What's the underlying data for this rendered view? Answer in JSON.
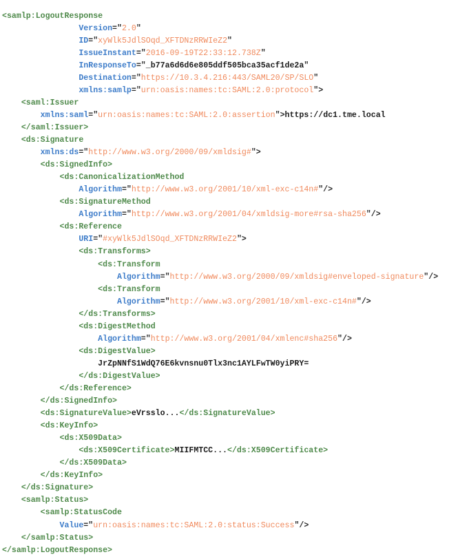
{
  "document": {
    "kind": "xml-source-listing",
    "root_element": "samlp:LogoutResponse",
    "background_color": "#ffffff",
    "palette": {
      "tag": "#4f8a4b",
      "attribute_name": "#3d7cc9",
      "attribute_value": "#f08a5d",
      "text_content": "#1c1c1c",
      "punctuation": "#2b2b2b"
    },
    "indent_unit_spaces": 4
  },
  "lines": [
    {
      "indent": 0,
      "parts": [
        {
          "t": "tag",
          "s": "<samlp:LogoutResponse"
        }
      ]
    },
    {
      "indent": 4,
      "parts": [
        {
          "t": "attr",
          "s": "Version"
        },
        {
          "t": "punc",
          "s": "=\""
        },
        {
          "t": "val",
          "s": "2.0"
        },
        {
          "t": "punc",
          "s": "\""
        }
      ]
    },
    {
      "indent": 4,
      "parts": [
        {
          "t": "attr",
          "s": "ID"
        },
        {
          "t": "punc",
          "s": "=\""
        },
        {
          "t": "val",
          "s": "xyWlk5JdlSOqd_XFTDNzRRWIeZ2"
        },
        {
          "t": "punc",
          "s": "\""
        }
      ]
    },
    {
      "indent": 4,
      "parts": [
        {
          "t": "attr",
          "s": "IssueInstant"
        },
        {
          "t": "punc",
          "s": "=\""
        },
        {
          "t": "val",
          "s": "2016-09-19T22:33:12.738Z"
        },
        {
          "t": "punc",
          "s": "\""
        }
      ]
    },
    {
      "indent": 4,
      "parts": [
        {
          "t": "attr",
          "s": "InResponseTo"
        },
        {
          "t": "punc",
          "s": "=\""
        },
        {
          "t": "txt",
          "s": "_b77a6d6d6e805ddf505bca35acf1de2a"
        },
        {
          "t": "punc",
          "s": "\""
        }
      ]
    },
    {
      "indent": 4,
      "parts": [
        {
          "t": "attr",
          "s": "Destination"
        },
        {
          "t": "punc",
          "s": "=\""
        },
        {
          "t": "val",
          "s": "https://10.3.4.216:443/SAML20/SP/SLO"
        },
        {
          "t": "punc",
          "s": "\""
        }
      ]
    },
    {
      "indent": 4,
      "parts": [
        {
          "t": "attr",
          "s": "xmlns:samlp"
        },
        {
          "t": "punc",
          "s": "=\""
        },
        {
          "t": "val",
          "s": "urn:oasis:names:tc:SAML:2.0:protocol"
        },
        {
          "t": "punc",
          "s": "\">"
        }
      ]
    },
    {
      "indent": 1,
      "parts": [
        {
          "t": "tag",
          "s": "<saml:Issuer"
        }
      ]
    },
    {
      "indent": 2,
      "parts": [
        {
          "t": "attr",
          "s": "xmlns:saml"
        },
        {
          "t": "punc",
          "s": "=\""
        },
        {
          "t": "val",
          "s": "urn:oasis:names:tc:SAML:2.0:assertion"
        },
        {
          "t": "punc",
          "s": "\">"
        },
        {
          "t": "txt",
          "s": "https://dc1.tme.local"
        }
      ]
    },
    {
      "indent": 1,
      "parts": [
        {
          "t": "tag",
          "s": "</saml:Issuer>"
        }
      ]
    },
    {
      "indent": 1,
      "parts": [
        {
          "t": "tag",
          "s": "<ds:Signature"
        }
      ]
    },
    {
      "indent": 2,
      "parts": [
        {
          "t": "attr",
          "s": "xmlns:ds"
        },
        {
          "t": "punc",
          "s": "=\""
        },
        {
          "t": "val",
          "s": "http://www.w3.org/2000/09/xmldsig#"
        },
        {
          "t": "punc",
          "s": "\">"
        }
      ]
    },
    {
      "indent": 2,
      "parts": [
        {
          "t": "tag",
          "s": "<ds:SignedInfo>"
        }
      ]
    },
    {
      "indent": 3,
      "parts": [
        {
          "t": "tag",
          "s": "<ds:CanonicalizationMethod"
        }
      ]
    },
    {
      "indent": 4,
      "parts": [
        {
          "t": "attr",
          "s": "Algorithm"
        },
        {
          "t": "punc",
          "s": "=\""
        },
        {
          "t": "val",
          "s": "http://www.w3.org/2001/10/xml-exc-c14n#"
        },
        {
          "t": "punc",
          "s": "\"/>"
        }
      ]
    },
    {
      "indent": 3,
      "parts": [
        {
          "t": "tag",
          "s": "<ds:SignatureMethod"
        }
      ]
    },
    {
      "indent": 4,
      "parts": [
        {
          "t": "attr",
          "s": "Algorithm"
        },
        {
          "t": "punc",
          "s": "=\""
        },
        {
          "t": "val",
          "s": "http://www.w3.org/2001/04/xmldsig-more#rsa-sha256"
        },
        {
          "t": "punc",
          "s": "\"/>"
        }
      ]
    },
    {
      "indent": 3,
      "parts": [
        {
          "t": "tag",
          "s": "<ds:Reference"
        }
      ]
    },
    {
      "indent": 4,
      "parts": [
        {
          "t": "attr",
          "s": "URI"
        },
        {
          "t": "punc",
          "s": "=\""
        },
        {
          "t": "val",
          "s": "#xyWlk5JdlSOqd_XFTDNzRRWIeZ2"
        },
        {
          "t": "punc",
          "s": "\">"
        }
      ]
    },
    {
      "indent": 4,
      "parts": [
        {
          "t": "tag",
          "s": "<ds:Transforms>"
        }
      ]
    },
    {
      "indent": 5,
      "parts": [
        {
          "t": "tag",
          "s": "<ds:Transform"
        }
      ]
    },
    {
      "indent": 6,
      "parts": [
        {
          "t": "attr",
          "s": "Algorithm"
        },
        {
          "t": "punc",
          "s": "=\""
        },
        {
          "t": "val",
          "s": "http://www.w3.org/2000/09/xmldsig#enveloped-signature"
        },
        {
          "t": "punc",
          "s": "\"/>"
        }
      ]
    },
    {
      "indent": 5,
      "parts": [
        {
          "t": "tag",
          "s": "<ds:Transform"
        }
      ]
    },
    {
      "indent": 6,
      "parts": [
        {
          "t": "attr",
          "s": "Algorithm"
        },
        {
          "t": "punc",
          "s": "=\""
        },
        {
          "t": "val",
          "s": "http://www.w3.org/2001/10/xml-exc-c14n#"
        },
        {
          "t": "punc",
          "s": "\"/>"
        }
      ]
    },
    {
      "indent": 4,
      "parts": [
        {
          "t": "tag",
          "s": "</ds:Transforms>"
        }
      ]
    },
    {
      "indent": 4,
      "parts": [
        {
          "t": "tag",
          "s": "<ds:DigestMethod"
        }
      ]
    },
    {
      "indent": 5,
      "parts": [
        {
          "t": "attr",
          "s": "Algorithm"
        },
        {
          "t": "punc",
          "s": "=\""
        },
        {
          "t": "val",
          "s": "http://www.w3.org/2001/04/xmlenc#sha256"
        },
        {
          "t": "punc",
          "s": "\"/>"
        }
      ]
    },
    {
      "indent": 4,
      "parts": [
        {
          "t": "tag",
          "s": "<ds:DigestValue>"
        }
      ]
    },
    {
      "indent": 5,
      "parts": [
        {
          "t": "txt",
          "s": "JrZpNNfS1WdQ76E6kvnsnu0Tlx3nc1AYLFwTW0yiPRY="
        }
      ]
    },
    {
      "indent": 4,
      "parts": [
        {
          "t": "tag",
          "s": "</ds:DigestValue>"
        }
      ]
    },
    {
      "indent": 3,
      "parts": [
        {
          "t": "tag",
          "s": "</ds:Reference>"
        }
      ]
    },
    {
      "indent": 2,
      "parts": [
        {
          "t": "tag",
          "s": "</ds:SignedInfo>"
        }
      ]
    },
    {
      "indent": 2,
      "parts": [
        {
          "t": "tag",
          "s": "<ds:SignatureValue>"
        },
        {
          "t": "txt",
          "s": "eVrsslo..."
        },
        {
          "t": "tag",
          "s": "</ds:SignatureValue>"
        }
      ]
    },
    {
      "indent": 2,
      "parts": [
        {
          "t": "tag",
          "s": "<ds:KeyInfo>"
        }
      ]
    },
    {
      "indent": 3,
      "parts": [
        {
          "t": "tag",
          "s": "<ds:X509Data>"
        }
      ]
    },
    {
      "indent": 4,
      "parts": [
        {
          "t": "tag",
          "s": "<ds:X509Certificate>"
        },
        {
          "t": "txt",
          "s": "MIIFMTCC..."
        },
        {
          "t": "tag",
          "s": "</ds:X509Certificate>"
        }
      ]
    },
    {
      "indent": 3,
      "parts": [
        {
          "t": "tag",
          "s": "</ds:X509Data>"
        }
      ]
    },
    {
      "indent": 2,
      "parts": [
        {
          "t": "tag",
          "s": "</ds:KeyInfo>"
        }
      ]
    },
    {
      "indent": 1,
      "parts": [
        {
          "t": "tag",
          "s": "</ds:Signature>"
        }
      ]
    },
    {
      "indent": 1,
      "parts": [
        {
          "t": "tag",
          "s": "<samlp:Status>"
        }
      ]
    },
    {
      "indent": 2,
      "parts": [
        {
          "t": "tag",
          "s": "<samlp:StatusCode"
        }
      ]
    },
    {
      "indent": 3,
      "parts": [
        {
          "t": "attr",
          "s": "Value"
        },
        {
          "t": "punc",
          "s": "=\""
        },
        {
          "t": "val",
          "s": "urn:oasis:names:tc:SAML:2.0:status:Success"
        },
        {
          "t": "punc",
          "s": "\"/>"
        }
      ]
    },
    {
      "indent": 1,
      "parts": [
        {
          "t": "tag",
          "s": "</samlp:Status>"
        }
      ]
    },
    {
      "indent": 0,
      "parts": [
        {
          "t": "tag",
          "s": "</samlp:LogoutResponse>"
        }
      ]
    }
  ]
}
